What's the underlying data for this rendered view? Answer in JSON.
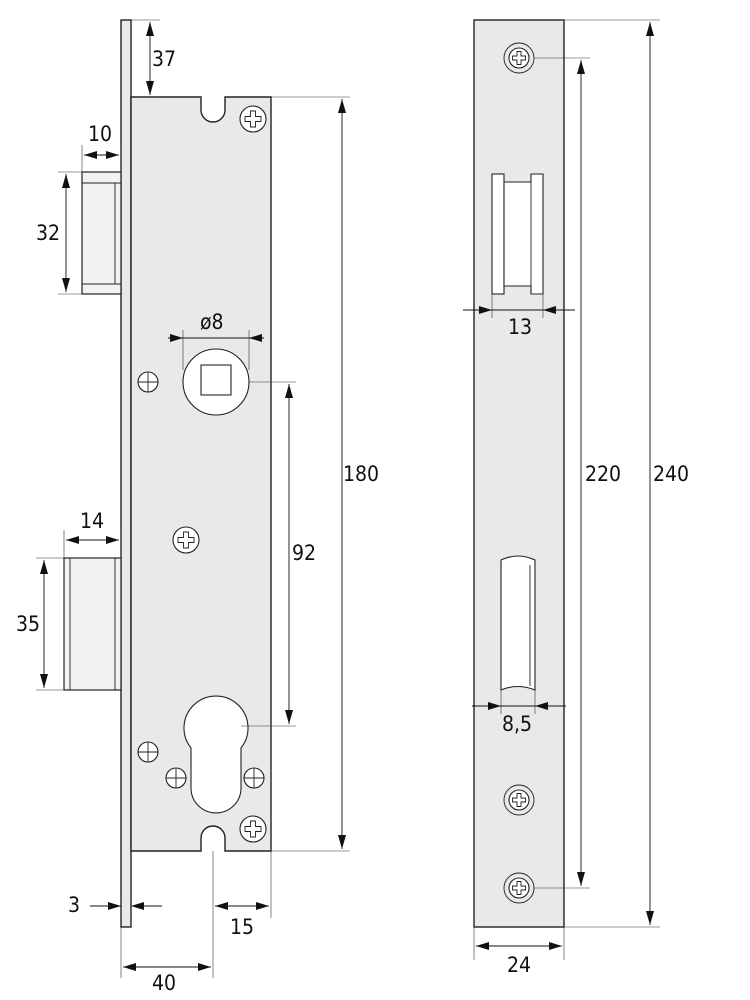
{
  "dimensions": {
    "d37": "37",
    "d10": "10",
    "d32": "32",
    "d8": "ø8",
    "d180": "180",
    "d92": "92",
    "d14": "14",
    "d35": "35",
    "d3": "3",
    "d15": "15",
    "d40": "40",
    "d13": "13",
    "d220": "220",
    "d240": "240",
    "d85": "8,5",
    "d24": "24"
  }
}
